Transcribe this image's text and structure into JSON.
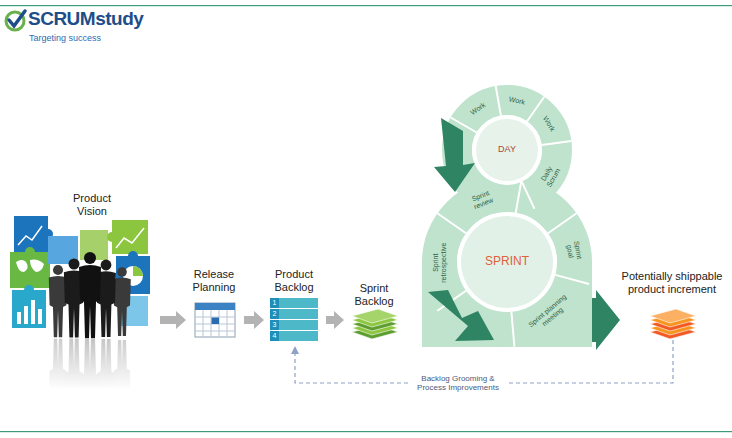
{
  "diagram": {
    "nodes": [
      {
        "text": [
          "Product Vision"
        ]
      },
      {
        "text": [
          "Release Planning"
        ]
      },
      {
        "text": [
          "Product Backlog",
          "1",
          "2",
          "3",
          "4"
        ]
      },
      {
        "text": [
          "Sprint Backlog"
        ]
      },
      {
        "text": [
          "DAY"
        ]
      },
      {
        "text": [
          "Work"
        ],
        "in": 4
      },
      {
        "text": [
          "Work"
        ],
        "in": 4
      },
      {
        "text": [
          "Work"
        ],
        "in": 4
      },
      {
        "text": [
          "Daily Scrum"
        ],
        "in": 4
      },
      {
        "text": [
          "SPRINT"
        ]
      },
      {
        "text": [
          "Sprint review"
        ],
        "in": 9
      },
      {
        "text": [
          "Sprint retrospective"
        ],
        "in": 9
      },
      {
        "text": [
          "Sprint goal"
        ],
        "in": 9
      },
      {
        "text": [
          "Sprint planning meeting"
        ],
        "in": 9
      },
      {
        "text": [
          "Potentially shippable product increment"
        ]
      }
    ],
    "edges": [
      {
        "from": 0,
        "to": 1,
        "arrow": "to"
      },
      {
        "from": 1,
        "to": 2,
        "arrow": "to"
      },
      {
        "from": 2,
        "to": 3,
        "arrow": "to"
      },
      {
        "from": 9,
        "to": 14,
        "arrow": "to"
      },
      {
        "from": 14,
        "to": 2,
        "label": "Backlog Grooming & Process Improvements",
        "arrow": "to"
      }
    ],
    "labels": [
      "SCRUMstudy",
      "Targeting success"
    ]
  }
}
